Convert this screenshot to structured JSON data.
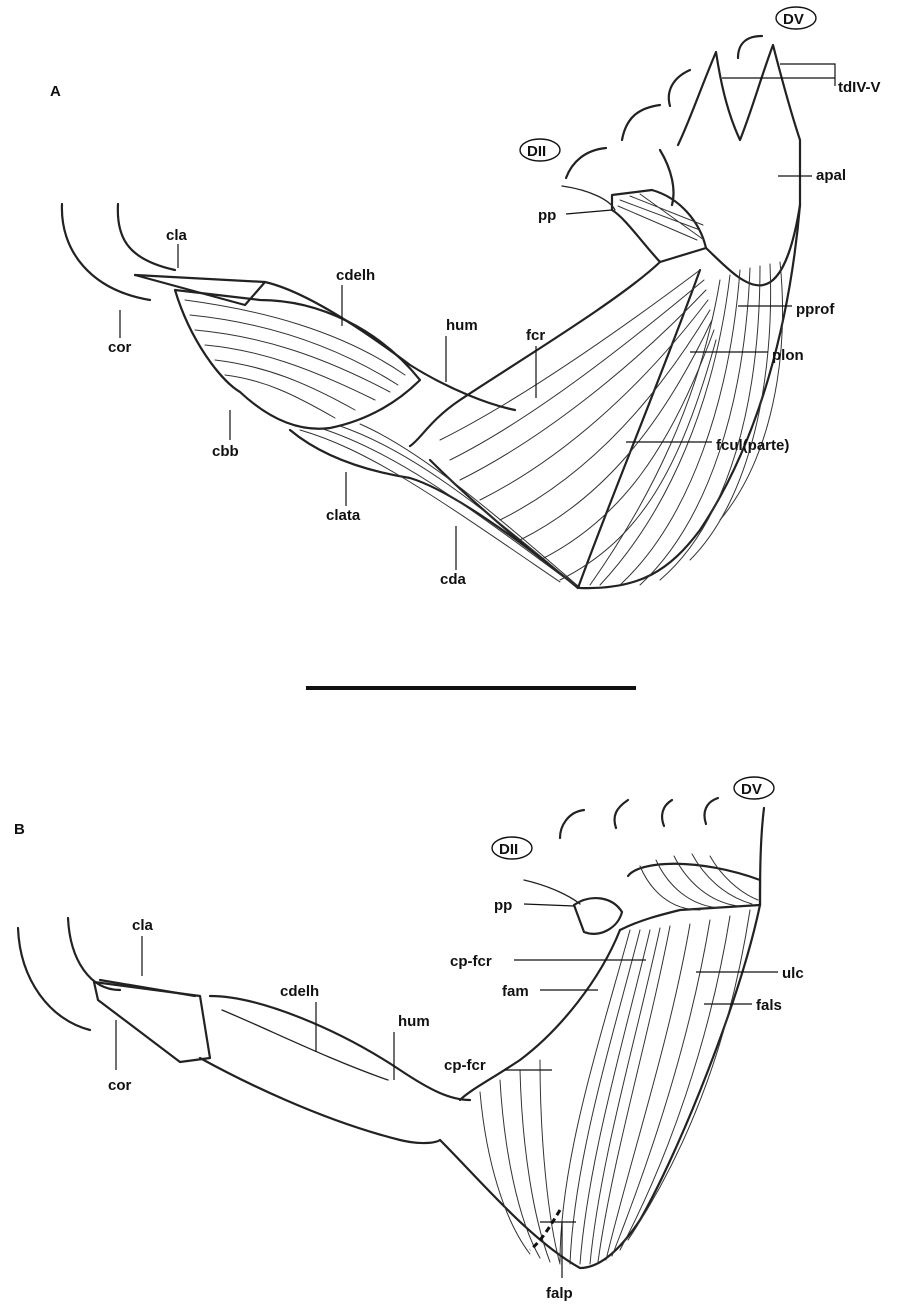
{
  "panel_a": {
    "letter": "A",
    "labels": {
      "dv": "DV",
      "dii": "DII",
      "tdiv_v": "tdIV-V",
      "apal": "apal",
      "pp": "pp",
      "cla": "cla",
      "cdelh": "cdelh",
      "hum": "hum",
      "fcr": "fcr",
      "pprof": "pprof",
      "plon": "plon",
      "cor": "cor",
      "cbb": "cbb",
      "fcul_parte": "fcul(parte)",
      "clata": "clata",
      "cda": "cda"
    }
  },
  "panel_b": {
    "letter": "B",
    "labels": {
      "dv": "DV",
      "dii": "DII",
      "pp": "pp",
      "cla": "cla",
      "cdelh": "cdelh",
      "hum": "hum",
      "cp_fcr_top": "cp-fcr",
      "fam": "fam",
      "ulc": "ulc",
      "fals": "fals",
      "cp_fcr_bottom": "cp-fcr",
      "cor": "cor",
      "falp": "falp"
    }
  }
}
